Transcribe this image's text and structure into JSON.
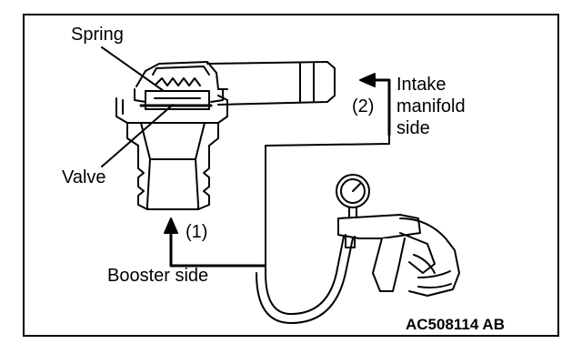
{
  "labels": {
    "spring": "Spring",
    "valve": "Valve",
    "booster_side": "Booster side",
    "port1": "(1)",
    "port2": "(2)",
    "intake_line1": "Intake",
    "intake_line2": "manifold",
    "intake_line3": "side",
    "figure_code": "AC508114 AB"
  },
  "colors": {
    "line": "#000000",
    "background": "#ffffff"
  }
}
